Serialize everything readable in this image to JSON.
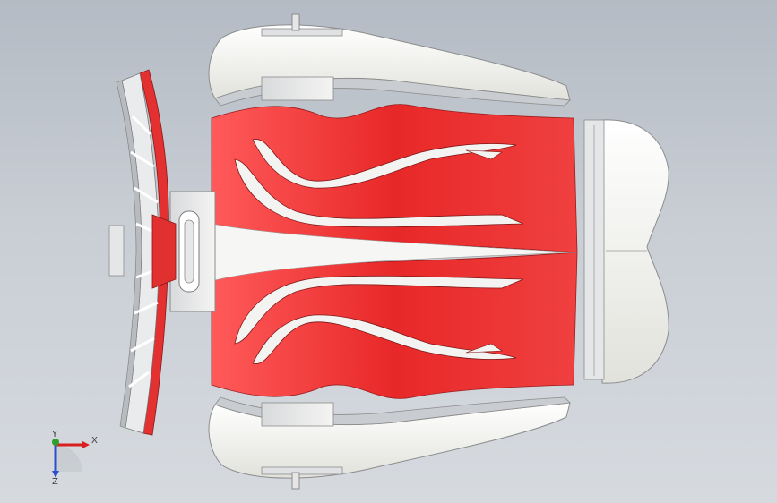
{
  "viewport": {
    "background_top": "#b4bbc4",
    "background_bottom": "#d6dadf"
  },
  "model": {
    "parts": [
      "shroud-top",
      "shroud-bottom",
      "flame-housing-top",
      "flame-housing-bottom",
      "intake-fan",
      "hub-mount",
      "nozzle-cap"
    ],
    "accent_color": "#e63030",
    "body_color": "#f3f3ef"
  },
  "triad": {
    "x_label": "X",
    "y_label": "Y",
    "z_label": "Z",
    "x_color": "#d81e1e",
    "y_color": "#2ca02c",
    "z_color": "#2a4fd0"
  }
}
